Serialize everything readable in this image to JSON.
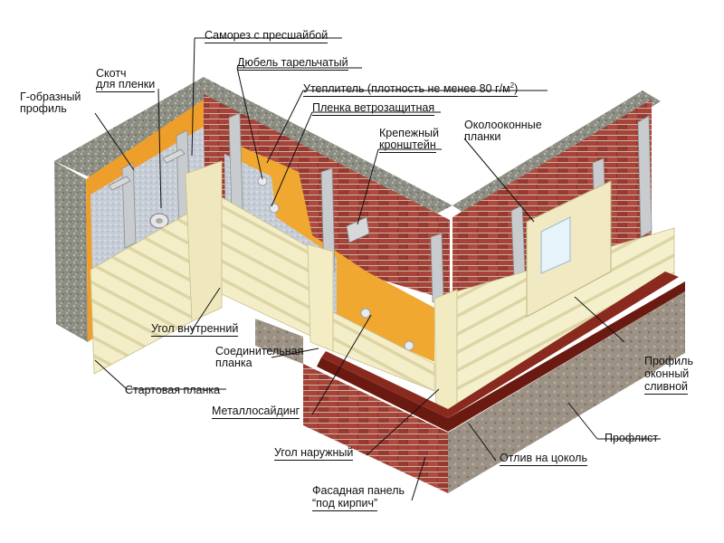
{
  "labels": {
    "samorez": "Саморез с пресшайбой",
    "skotch_1": "Скотч",
    "skotch_2": "для пленки",
    "dyubel": "Дюбель тарельчатый",
    "g_profile_1": "Г-образный",
    "g_profile_2": "профиль",
    "uteplitel": "Утеплитель (плотность не менее 80 г/м",
    "uteplitel_sup": "2",
    "uteplitel_end": ")",
    "plenka": "Пленка ветрозащитная",
    "kronshtein_1": "Крепежный",
    "kronshtein_2": "кронштейн",
    "okolookonnye_1": "Околооконные",
    "okolookonnye_2": "планки",
    "ugol_vnutr": "Угол внутренний",
    "soedinit_1": "Соединительная",
    "soedinit_2": "планка",
    "startovaya": "Стартовая планка",
    "metallosaiding": "Металлосайдинг",
    "profil_okonny_1": "Профиль",
    "profil_okonny_2": "оконный",
    "profil_okonny_3": "сливной",
    "proflist": "Профлист",
    "ugol_naruzh": "Угол наружный",
    "otliv": "Отлив на цоколь",
    "fasad_1": "Фасадная панель",
    "fasad_2": "“под кирпич”"
  },
  "colors": {
    "brick": "#9b3b32",
    "brick_mortar": "#c8b6a8",
    "siding": "#f3eec8",
    "insulation": "#f0a62d",
    "membrane": "#c9d1da",
    "gravel": "#8c8c80",
    "profile": "#c8cacc",
    "sill": "#6b1b12",
    "stone": "#9a8f82"
  }
}
